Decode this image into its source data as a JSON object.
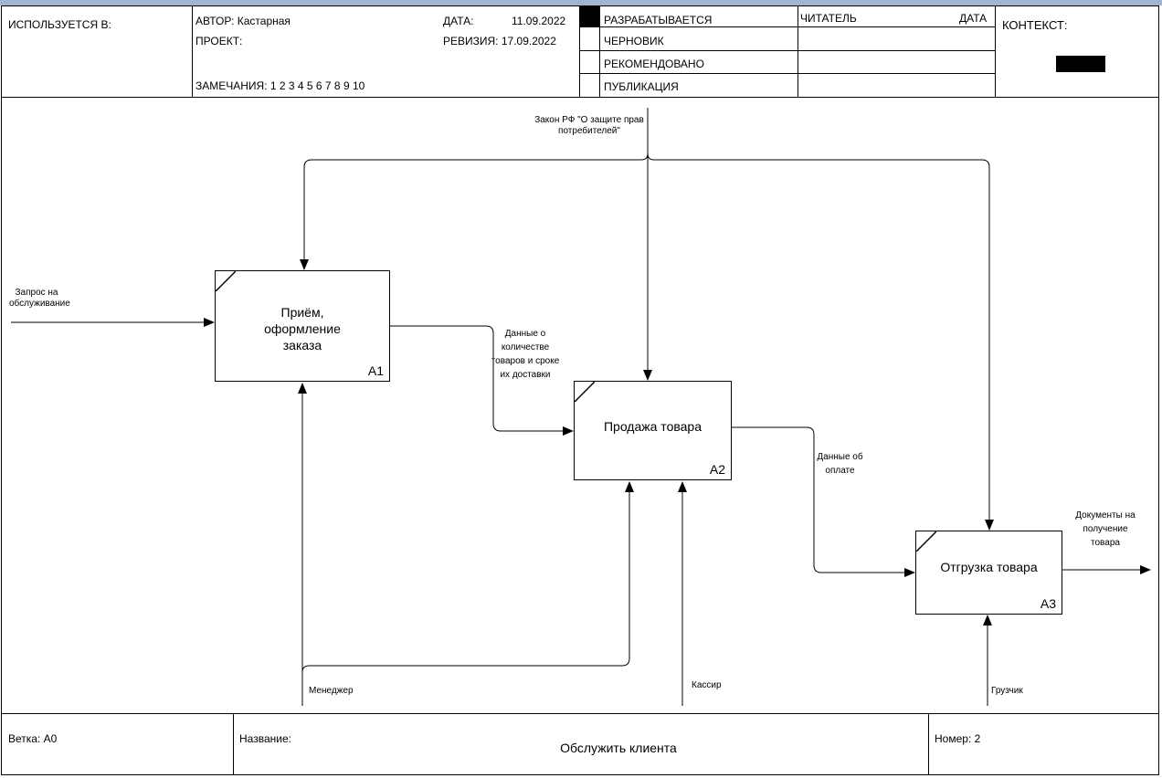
{
  "header": {
    "used_in": "ИСПОЛЬЗУЕТСЯ В:",
    "author": "АВТОР: Кастарная",
    "project": "ПРОЕКТ:",
    "remarks": "ЗАМЕЧАНИЯ:  1  2  3  4  5  6  7  8  9  10",
    "date_label": "ДАТА:",
    "date_value": "11.09.2022",
    "revision": "РЕВИЗИЯ: 17.09.2022",
    "status": [
      "РАЗРАБАТЫВАЕТСЯ",
      "ЧЕРНОВИК",
      "РЕКОМЕНДОВАНО",
      "ПУБЛИКАЦИЯ"
    ],
    "reader": "ЧИТАТЕЛЬ",
    "reader_date": "ДАТА",
    "context": "КОНТЕКСТ:"
  },
  "diagram": {
    "boxes": [
      {
        "title": "Приём, оформление заказа",
        "number": "A1"
      },
      {
        "title": "Продажа товара",
        "number": "A2"
      },
      {
        "title": "Отгрузка товара",
        "number": "A3"
      }
    ],
    "arrow_labels": {
      "law": "Закон РФ \"О защите прав потребителей\"",
      "request": "Запрос на обслуживание",
      "qty_data": "Данные о количестве товаров и сроке их доставки",
      "payment": "Данные об оплате",
      "documents": "Документы на получение товара",
      "manager": "Менеджер",
      "cashier": "Кассир",
      "loader": "Грузчик"
    }
  },
  "footer": {
    "branch": "Ветка:  A0",
    "name_label": "Название:",
    "name_value": "Обслужить клиента",
    "number": "Номер:  2"
  }
}
